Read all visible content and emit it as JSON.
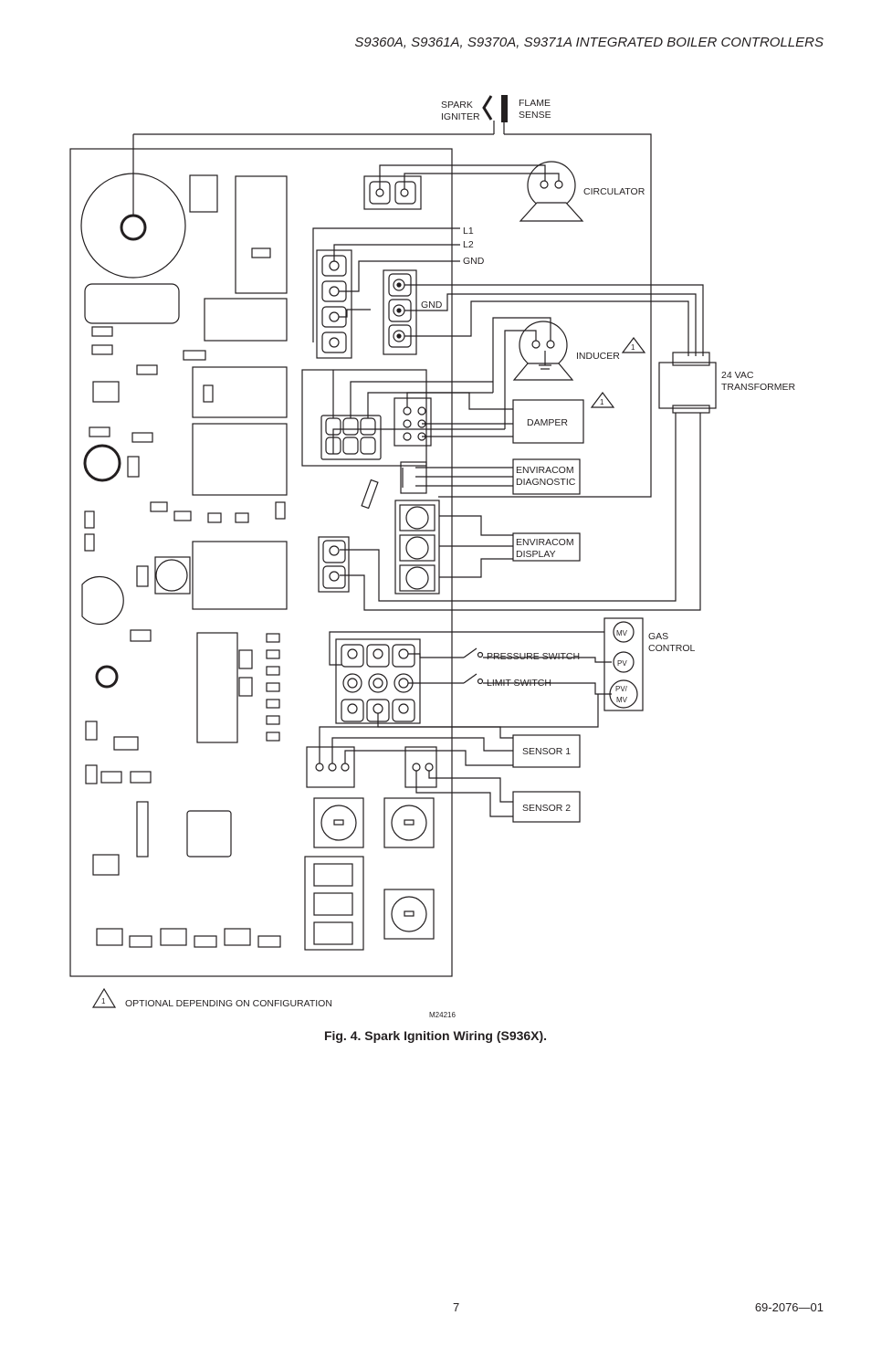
{
  "header": {
    "title": "S9360A, S9361A, S9370A, S9371A INTEGRATED BOILER CONTROLLERS"
  },
  "diagram": {
    "labels": {
      "spark_1": "SPARK",
      "spark_2": "IGNITER",
      "flame_1": "FLAME",
      "flame_2": "SENSE",
      "circulator": "CIRCULATOR",
      "l1": "L1",
      "l2": "L2",
      "gnd_main": "GND",
      "gnd_inner": "GND",
      "inducer": "INDUCER",
      "transformer_1": "24 VAC",
      "transformer_2": "TRANSFORMER",
      "damper": "DAMPER",
      "enviracom_diag_1": "ENVIRACOM",
      "enviracom_diag_2": "DIAGNOSTIC",
      "enviracom_disp_1": "ENVIRACOM",
      "enviracom_disp_2": "DISPLAY",
      "pressure_switch": "PRESSURE SWITCH",
      "limit_switch": "LIMIT SWITCH",
      "gas_1": "GAS",
      "gas_2": "CONTROL",
      "mv": "MV",
      "pv": "PV",
      "pvmv_1": "PV/",
      "pvmv_2": "MV",
      "sensor1": "SENSOR 1",
      "sensor2": "SENSOR 2",
      "note_marker": "1",
      "note_text": "OPTIONAL DEPENDING ON CONFIGURATION",
      "drawing_id": "M24216"
    }
  },
  "caption": "Fig. 4. Spark Ignition Wiring (S936X).",
  "footer": {
    "page_number": "7",
    "doc_number": "69-2076—01"
  }
}
